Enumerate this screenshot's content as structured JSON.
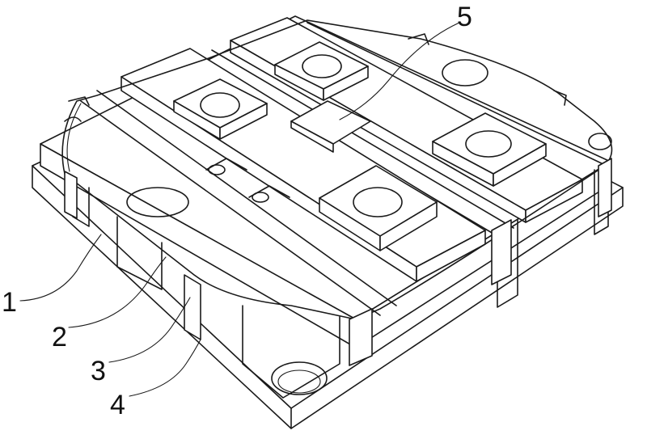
{
  "figure": {
    "labels": [
      {
        "id": "label-1",
        "text": "1"
      },
      {
        "id": "label-2",
        "text": "2"
      },
      {
        "id": "label-3",
        "text": "3"
      },
      {
        "id": "label-4",
        "text": "4"
      },
      {
        "id": "label-5",
        "text": "5"
      }
    ]
  },
  "colors": {
    "line": "#1a1a1a",
    "background": "#ffffff"
  }
}
